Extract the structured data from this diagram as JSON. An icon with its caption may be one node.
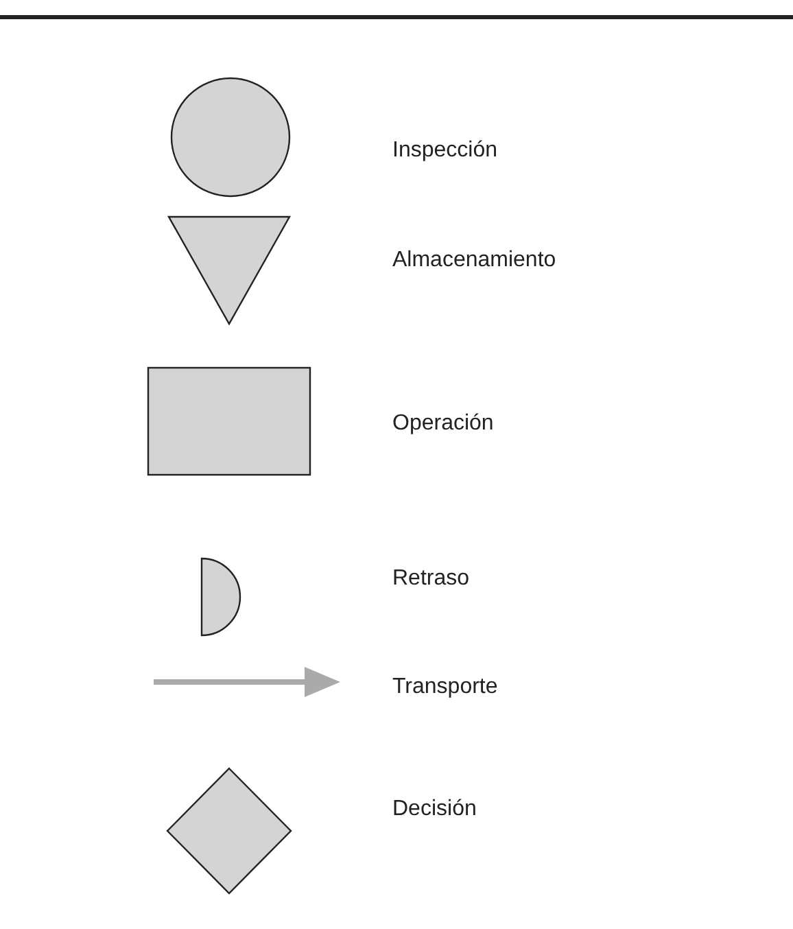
{
  "diagram": {
    "legend": [
      {
        "text": "Inspección"
      },
      {
        "text": "Almacenamiento"
      },
      {
        "text": "Operación"
      },
      {
        "text": "Retraso"
      },
      {
        "text": "Transporte"
      },
      {
        "text": "Decisión"
      }
    ]
  }
}
